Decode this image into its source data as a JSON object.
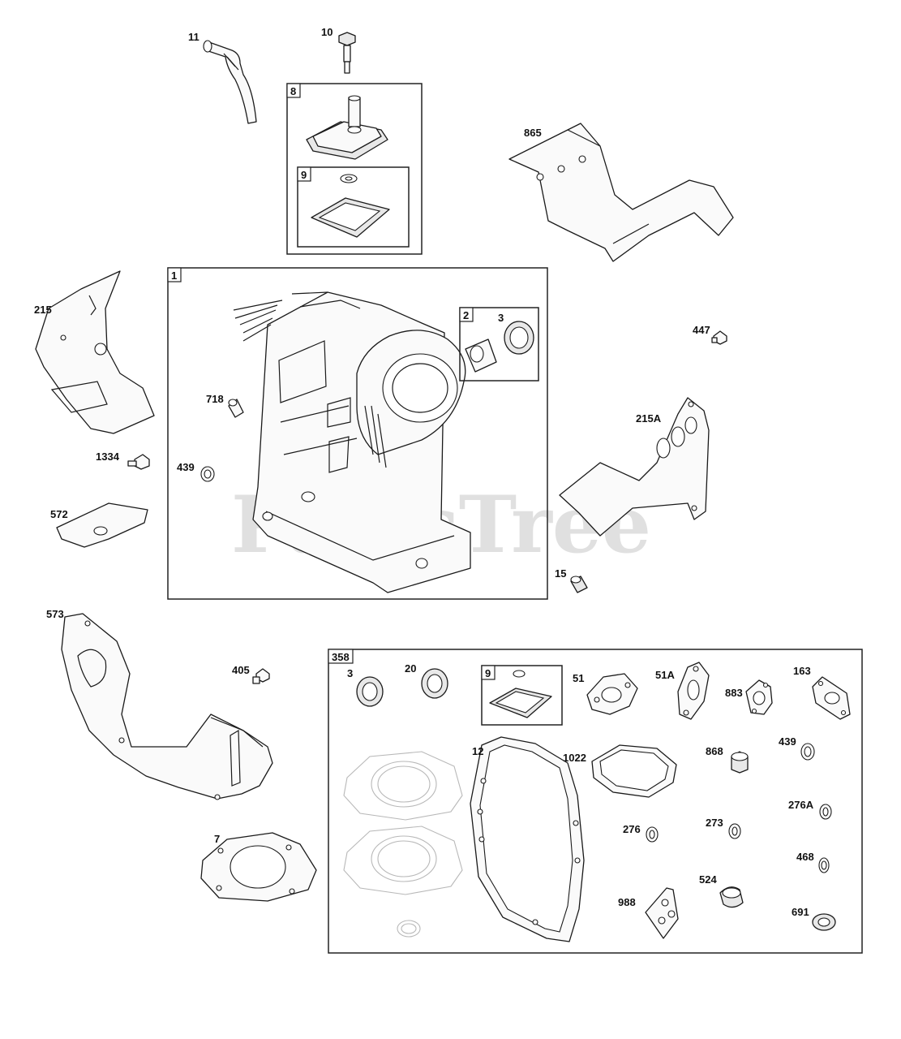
{
  "watermark": "PartsTree",
  "trademark": "™",
  "group_tags": {
    "g8": "8",
    "g9_top": "9",
    "g1": "1",
    "g2": "2",
    "g358": "358",
    "g9_kit": "9"
  },
  "callouts": {
    "p11": "11",
    "p10": "10",
    "p865": "865",
    "p215": "215",
    "p447": "447",
    "p3_top": "3",
    "p718": "718",
    "p215a": "215A",
    "p1334": "1334",
    "p439_left": "439",
    "p572": "572",
    "p15": "15",
    "p573": "573",
    "p405": "405",
    "p7": "7",
    "p3_kit": "3",
    "p20": "20",
    "p51": "51",
    "p51a": "51A",
    "p883": "883",
    "p163": "163",
    "p12": "12",
    "p1022": "1022",
    "p868": "868",
    "p439_kit": "439",
    "p276a": "276A",
    "p276": "276",
    "p273": "273",
    "p468": "468",
    "p524": "524",
    "p988": "988",
    "p691": "691"
  }
}
